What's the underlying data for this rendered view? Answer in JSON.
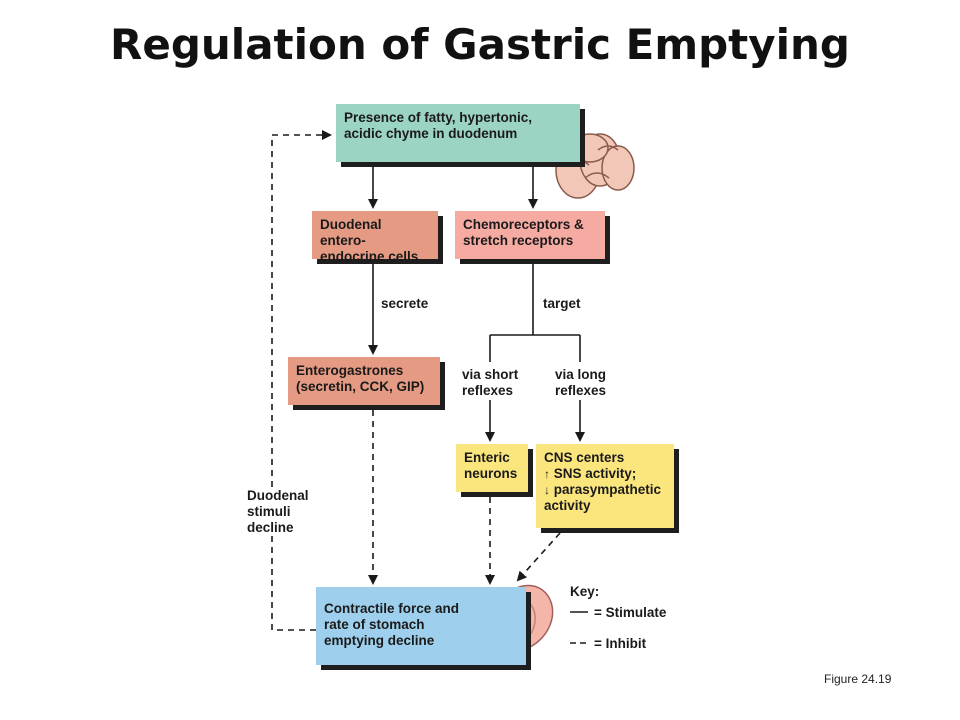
{
  "title": "Regulation of Gastric Emptying",
  "boxes": {
    "presence_line1": "Presence of fatty, hypertonic,",
    "presence_line2": "acidic chyme in duodenum",
    "duodenal_line1": "Duodenal entero-",
    "duodenal_line2": "endocrine cells",
    "chemo_line1": "Chemoreceptors &",
    "chemo_line2": "stretch receptors",
    "entero_line1": "Enterogastrones",
    "entero_line2": "(secretin, CCK, GIP)",
    "enteric_line1": "Enteric",
    "enteric_line2": "neurons",
    "cns_line1": "CNS centers",
    "cns_line2": "SNS activity;",
    "cns_line3": "parasympathetic",
    "cns_line4": "activity",
    "contractile_line1": "Contractile force and",
    "contractile_line2": "rate of stomach",
    "contractile_line3": "emptying decline"
  },
  "labels": {
    "secrete": "secrete",
    "target": "target",
    "short_line1": "via short",
    "short_line2": "reflexes",
    "long_line1": "via long",
    "long_line2": "reflexes",
    "decline_line1": "Duodenal",
    "decline_line2": "stimuli",
    "decline_line3": "decline"
  },
  "key": {
    "title": "Key:",
    "stimulate": "= Stimulate",
    "inhibit": "= Inhibit"
  },
  "figure_label": "Figure 24.19",
  "colors": {
    "teal": "#9bd3c5",
    "salmon": "#e59a83",
    "pink": "#f5aaa2",
    "yellow": "#fbe67e",
    "blue": "#9ed0ee"
  }
}
